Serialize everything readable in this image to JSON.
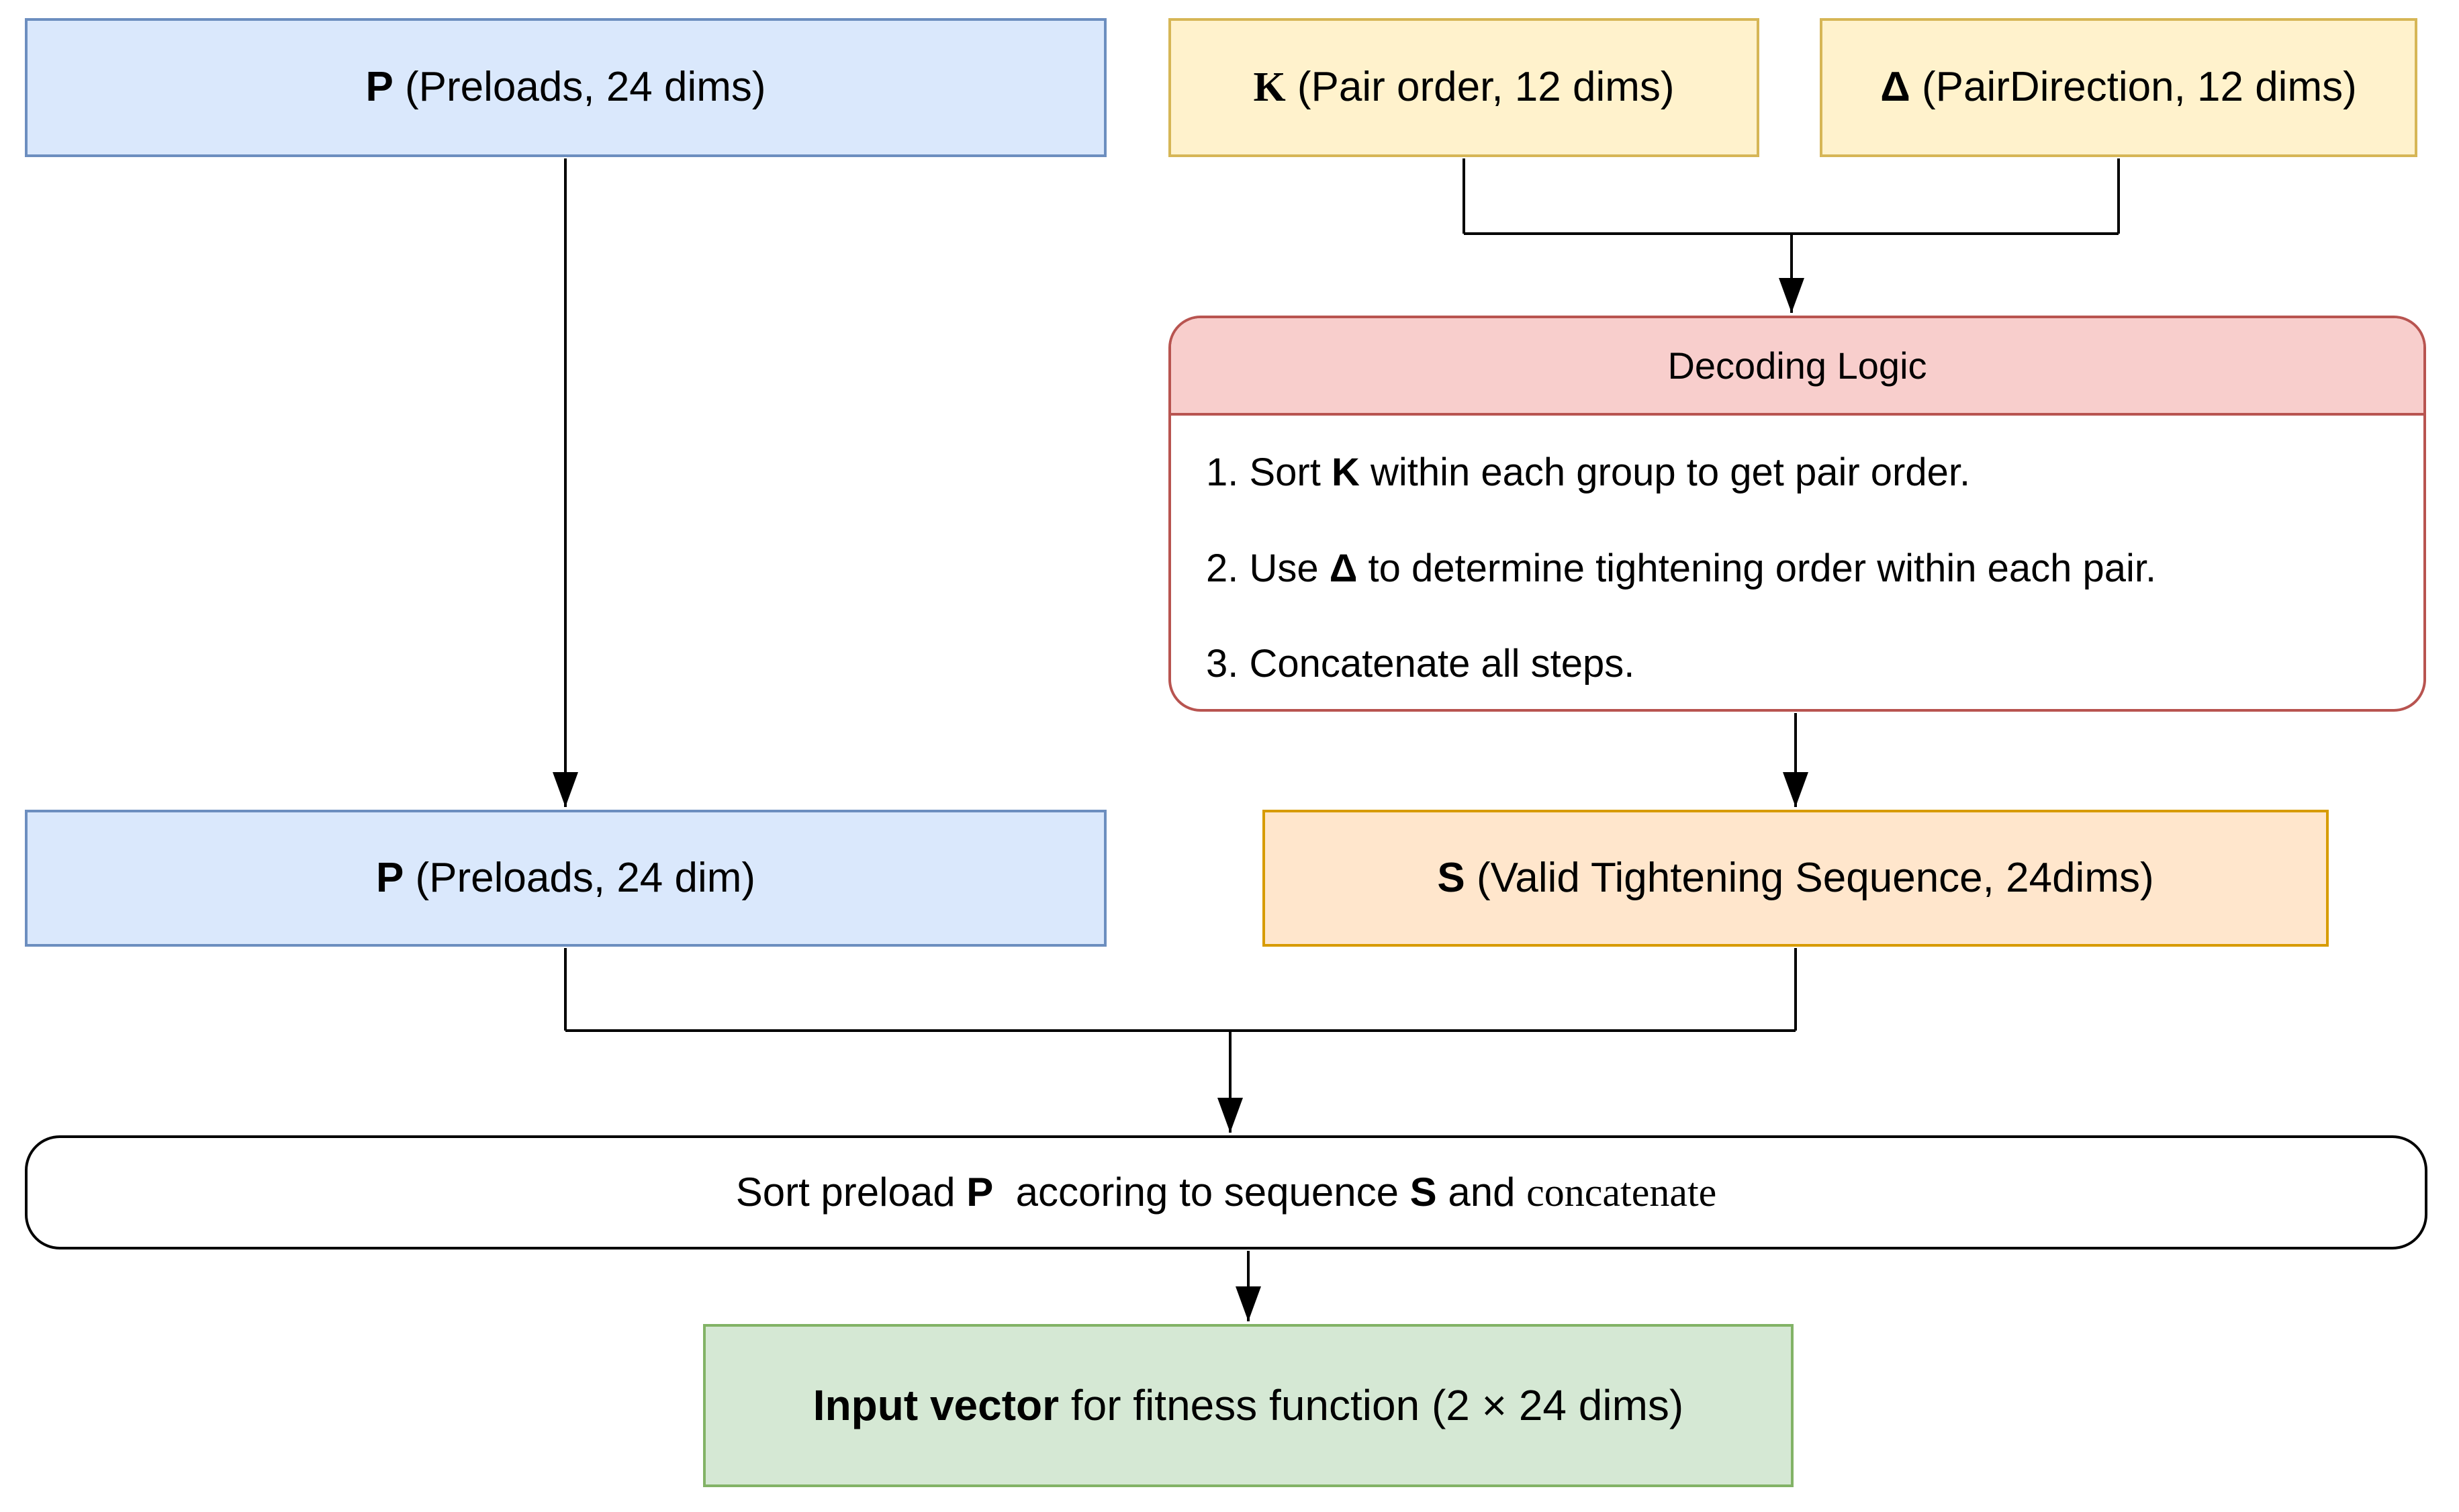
{
  "nodes": {
    "preloads_top": {
      "bold": "P",
      "rest": " (Preloads, 24 dims)",
      "fill": "#dae8fc",
      "border": "#6c8ebf"
    },
    "pair_order": {
      "bold": "K",
      "rest": " (Pair order, 12 dims)",
      "fill": "#fff2cc",
      "border": "#d6b656"
    },
    "pair_direction": {
      "bold": "Δ",
      "rest": " (PairDirection, 12 dims)",
      "fill": "#fff2cc",
      "border": "#d6b656"
    },
    "decoding_logic": {
      "title": "Decoding Logic",
      "header_fill": "#f8cecc",
      "body_fill": "#ffffff",
      "border": "#b85450",
      "steps": [
        {
          "pre": "1. Sort ",
          "bold": "K",
          "post": " within each group to get pair order."
        },
        {
          "pre": "2. Use ",
          "bold": "Δ",
          "post": " to determine tightening order within each pair."
        },
        {
          "pre": "3. Concatenate all steps.",
          "bold": "",
          "post": ""
        }
      ]
    },
    "preloads_bottom": {
      "bold": "P",
      "rest": " (Preloads, 24 dim)",
      "fill": "#dae8fc",
      "border": "#6c8ebf"
    },
    "tightening_sequence": {
      "bold": "S",
      "rest": " (Valid Tightening Sequence, 24dims)",
      "fill": "#ffe6cc",
      "border": "#d79b00"
    },
    "sort_concatenate": {
      "s0": "Sort preload ",
      "s1": "P",
      "s2": "  accoring to sequence ",
      "s3": "S",
      "s4": " and ",
      "s5": "concatenate",
      "fill": "#ffffff",
      "border": "#000000"
    },
    "input_vector": {
      "bold": "Input vector",
      "rest": " for fitness function (2 × 24 dims)",
      "fill": "#d5e8d4",
      "border": "#82b366"
    }
  },
  "connector_color": "#000000"
}
